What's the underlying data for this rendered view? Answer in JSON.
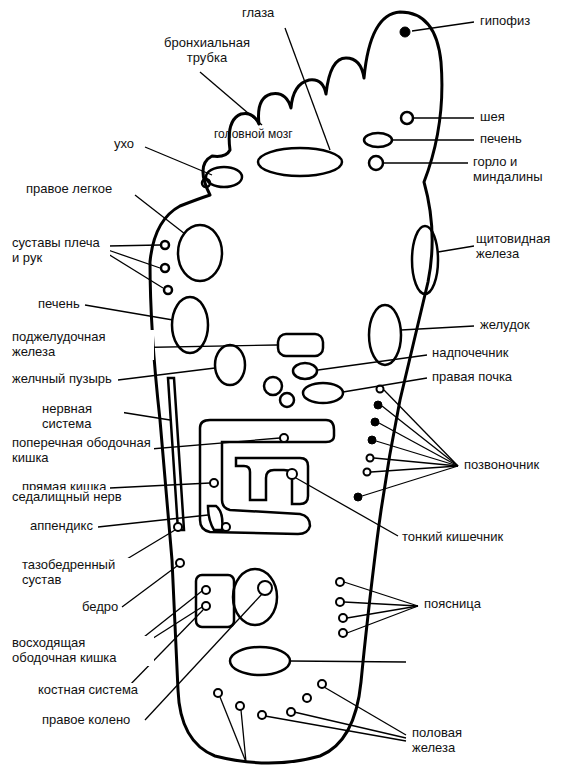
{
  "diagram": {
    "labels": [
      "глаза",
      "гипофиз",
      "бронхиальная трубка",
      "шея",
      "головной мозг",
      "печень",
      "ухо",
      "горло и миндалины",
      "правое легкое",
      "суставы плеча и рук",
      "щитовидная железа",
      "печень",
      "желудок",
      "поджелудочная железа",
      "надпочечник",
      "желчный пузырь",
      "правая почка",
      "нервная система",
      "поперечная ободочная кишка",
      "позвоночник",
      "прямая кишка",
      "тонкий кишечник",
      "аппендикс",
      "тазобедренный сустав",
      "бедро",
      "поясница",
      "восходящая ободочная кишка",
      "костная система",
      "правое колено",
      "половая железа",
      "седалищный нерв"
    ]
  }
}
